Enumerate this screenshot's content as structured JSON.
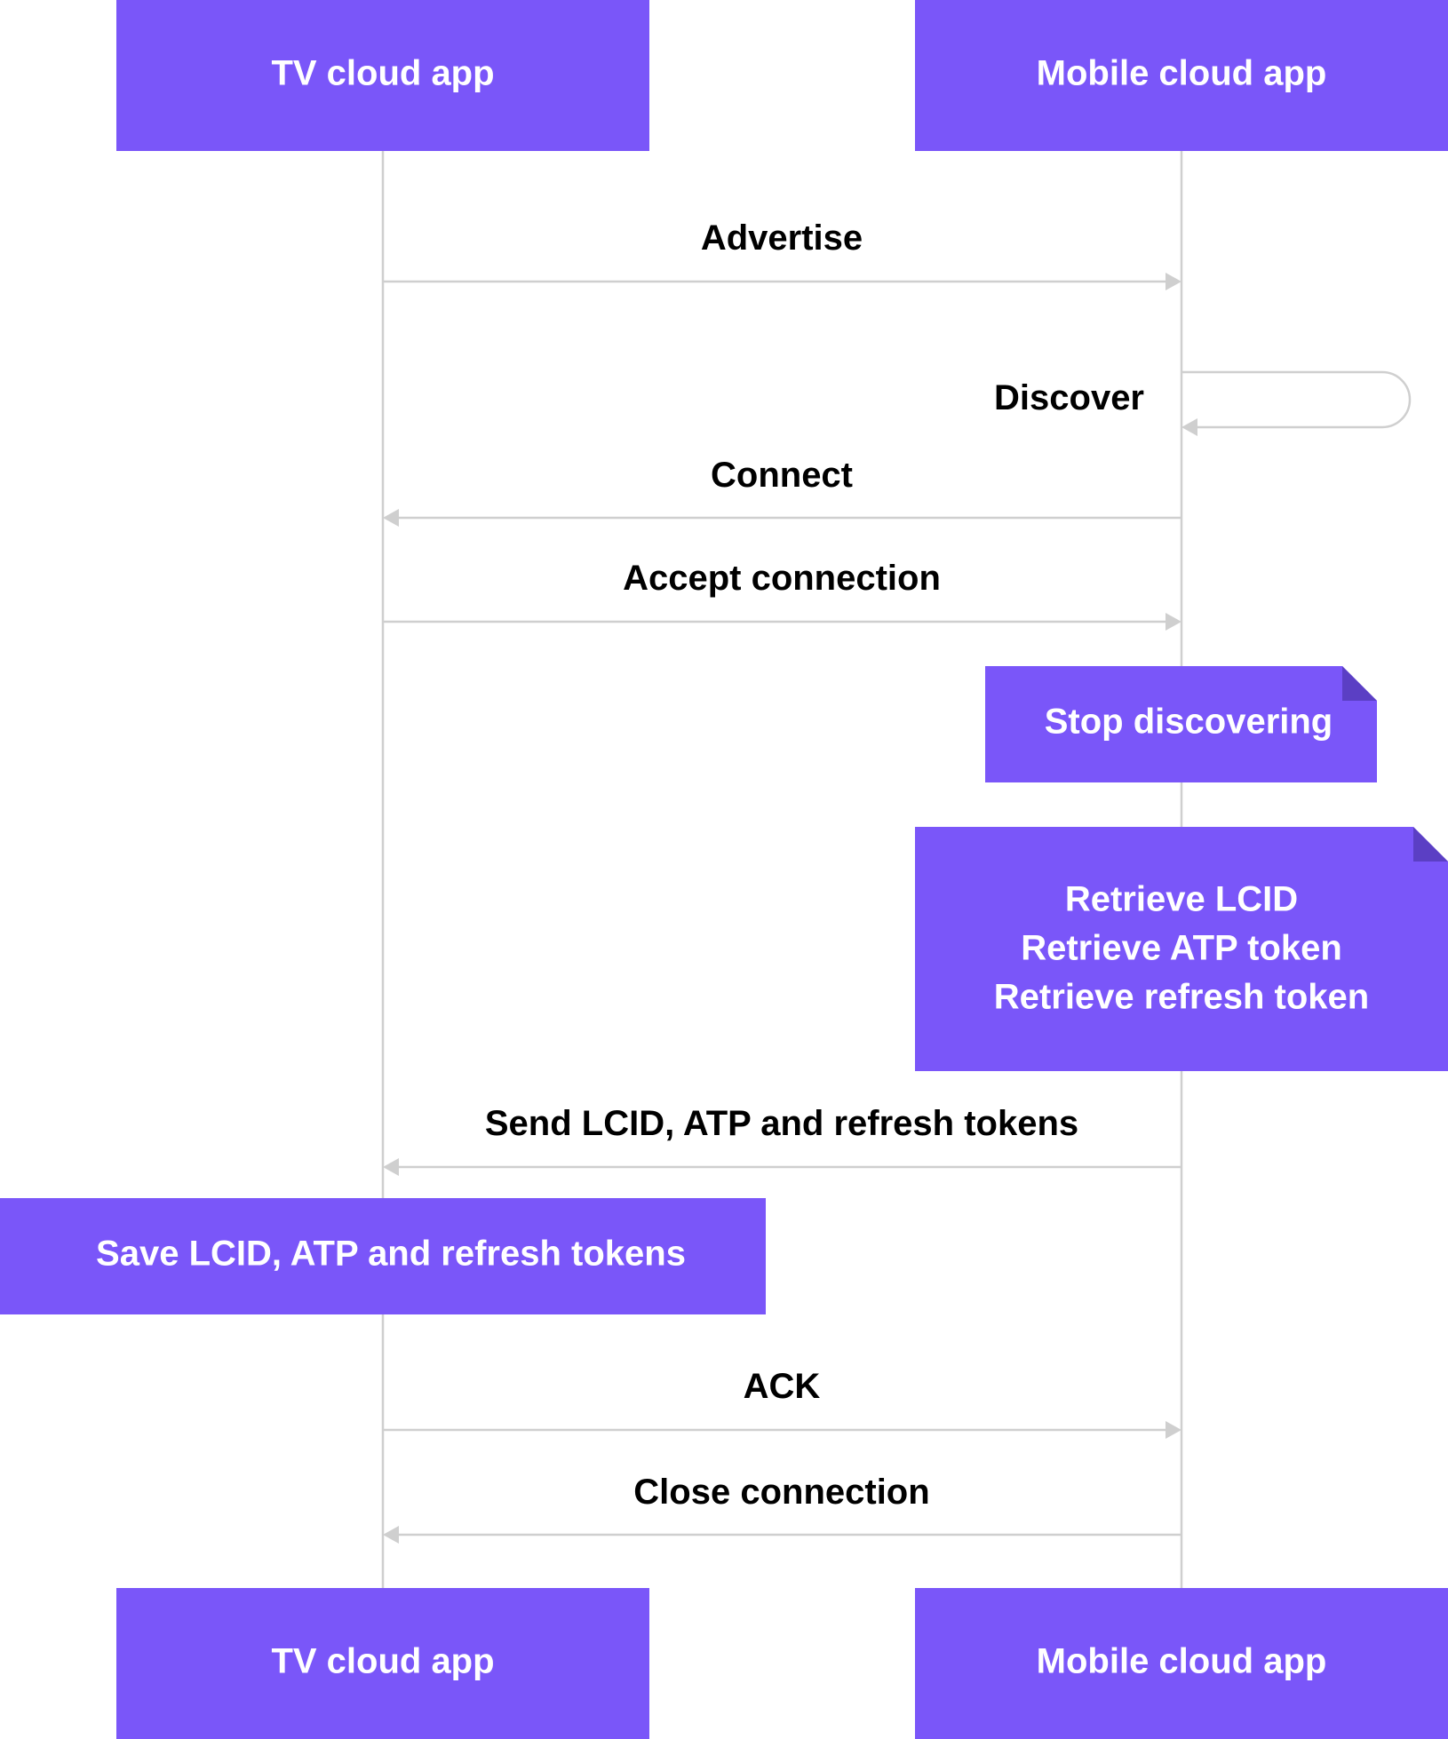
{
  "participants": {
    "tv": "TV cloud app",
    "mobile": "Mobile cloud app"
  },
  "messages": {
    "advertise": "Advertise",
    "discover": "Discover",
    "connect": "Connect",
    "accept": "Accept connection",
    "send_tokens": "Send LCID, ATP and refresh tokens",
    "ack": "ACK",
    "close": "Close connection"
  },
  "notes": {
    "stop_discovering": "Stop discovering",
    "retrieve": [
      "Retrieve LCID",
      "Retrieve ATP token",
      "Retrieve refresh token"
    ],
    "save_tokens": "Save LCID, ATP and refresh tokens"
  },
  "colors": {
    "accent": "#7a56f9",
    "fold": "#5b3fc4",
    "line": "#cfcfcf"
  }
}
